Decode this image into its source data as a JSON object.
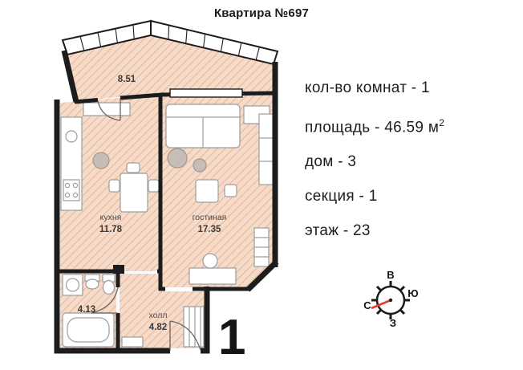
{
  "title": "Квартира №697",
  "info": {
    "rooms": "кол-во комнат - 1",
    "area": "площадь - 46.59 м",
    "area_sup": "2",
    "house": "дом - 3",
    "section": "секция - 1",
    "floor": "этаж - 23"
  },
  "plan": {
    "balcony": {
      "area": "8.51"
    },
    "kitchen": {
      "label": "кухня",
      "area": "11.78"
    },
    "living": {
      "label": "гостиная",
      "area": "17.35"
    },
    "bathroom": {
      "area": "4.13"
    },
    "hall": {
      "label": "холл",
      "area": "4.82"
    },
    "number": "1"
  },
  "compass": {
    "top": "В",
    "right": "Ю",
    "bottom": "З",
    "left": "С"
  },
  "colors": {
    "wall": "#1c1c1c",
    "floor_fill": "#f6dbc9",
    "floor_hatch": "#e4b49a",
    "needle_red": "#e23b2e",
    "text": "#1d1d1d"
  }
}
